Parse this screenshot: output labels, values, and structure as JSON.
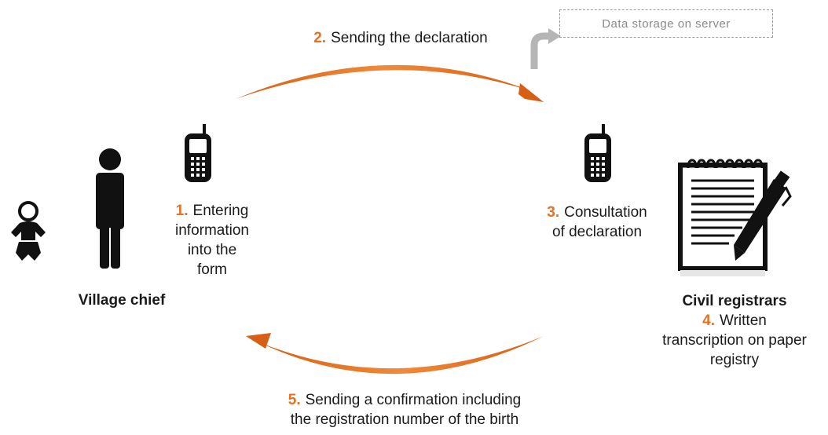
{
  "colors": {
    "accent": "#e8701e",
    "storage_border": "#9a9a9a",
    "storage_arrow": "#b5b5b5",
    "icon": "#111111"
  },
  "storage": {
    "label": "Data storage on server"
  },
  "steps": [
    {
      "num": "1.",
      "lines": [
        "Entering",
        "information",
        "into the",
        "form"
      ]
    },
    {
      "num": "2.",
      "text": "Sending the declaration"
    },
    {
      "num": "3.",
      "lines": [
        "Consultation",
        "of declaration"
      ]
    },
    {
      "num": "4.",
      "lines": [
        "Written",
        "transcription on paper",
        "registry"
      ]
    },
    {
      "num": "5.",
      "lines": [
        "Sending a confirmation including",
        "the registration number of the birth"
      ]
    }
  ],
  "actors": {
    "village_chief": "Village chief",
    "civil_registrars": "Civil registrars"
  },
  "icons": [
    "baby-icon",
    "person-icon",
    "mobile-phone-icon",
    "registry-notepad-icon",
    "pen-icon"
  ]
}
